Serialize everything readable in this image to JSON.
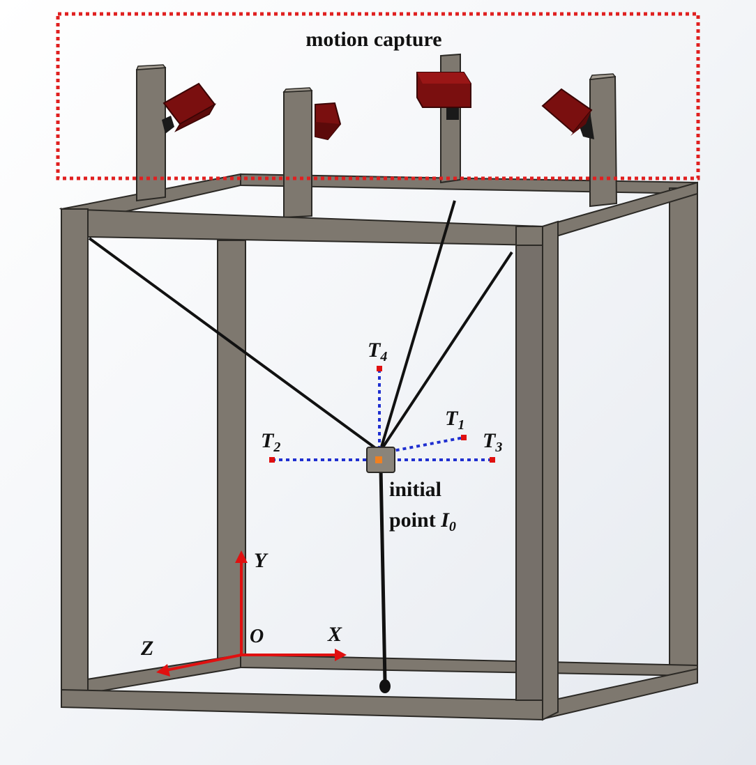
{
  "labels": {
    "motion_capture": "motion capture",
    "t4": "T",
    "t4_sub": "4",
    "t1": "T",
    "t1_sub": "1",
    "t2": "T",
    "t2_sub": "2",
    "t3": "T",
    "t3_sub": "3",
    "initial_line1": "initial",
    "initial_line2": "point ",
    "initial_I": "I",
    "initial_I_sub": "0",
    "axis_y": "Y",
    "axis_x": "X",
    "axis_z": "Z",
    "origin": "O"
  },
  "colors": {
    "frame_fill": "#7e786f",
    "frame_edge": "#2b2925",
    "camera": "#7a0f0f",
    "dotted_box": "#e02020",
    "target_lines": "#1f2fd0",
    "target_points": "#e01010",
    "axes": "#e01010",
    "cable": "#111111",
    "effector_center": "#f08020"
  }
}
